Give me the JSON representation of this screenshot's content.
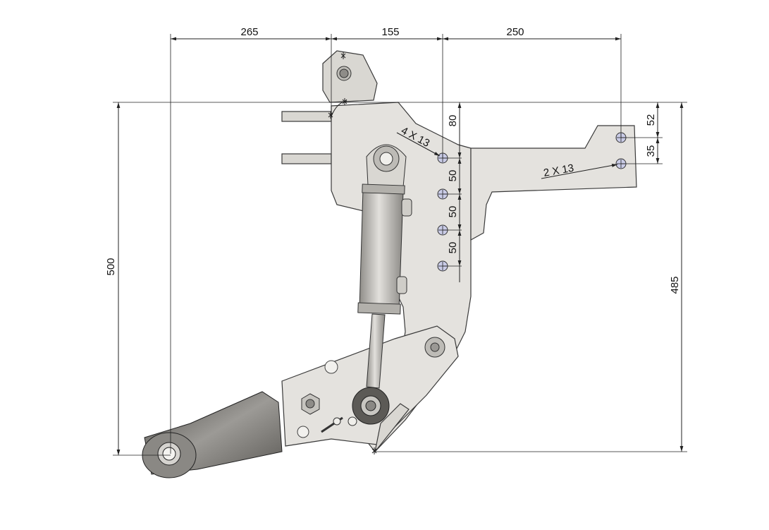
{
  "dimensions": {
    "top_1": "265",
    "top_2": "155",
    "top_3": "250",
    "left_height": "500",
    "right_height": "485",
    "right_52": "52",
    "right_35": "35",
    "vertical_80": "80",
    "vertical_50_a": "50",
    "vertical_50_b": "50",
    "vertical_50_c": "50"
  },
  "callouts": {
    "holes_4": "4 X 13",
    "holes_2": "2 X 13"
  }
}
